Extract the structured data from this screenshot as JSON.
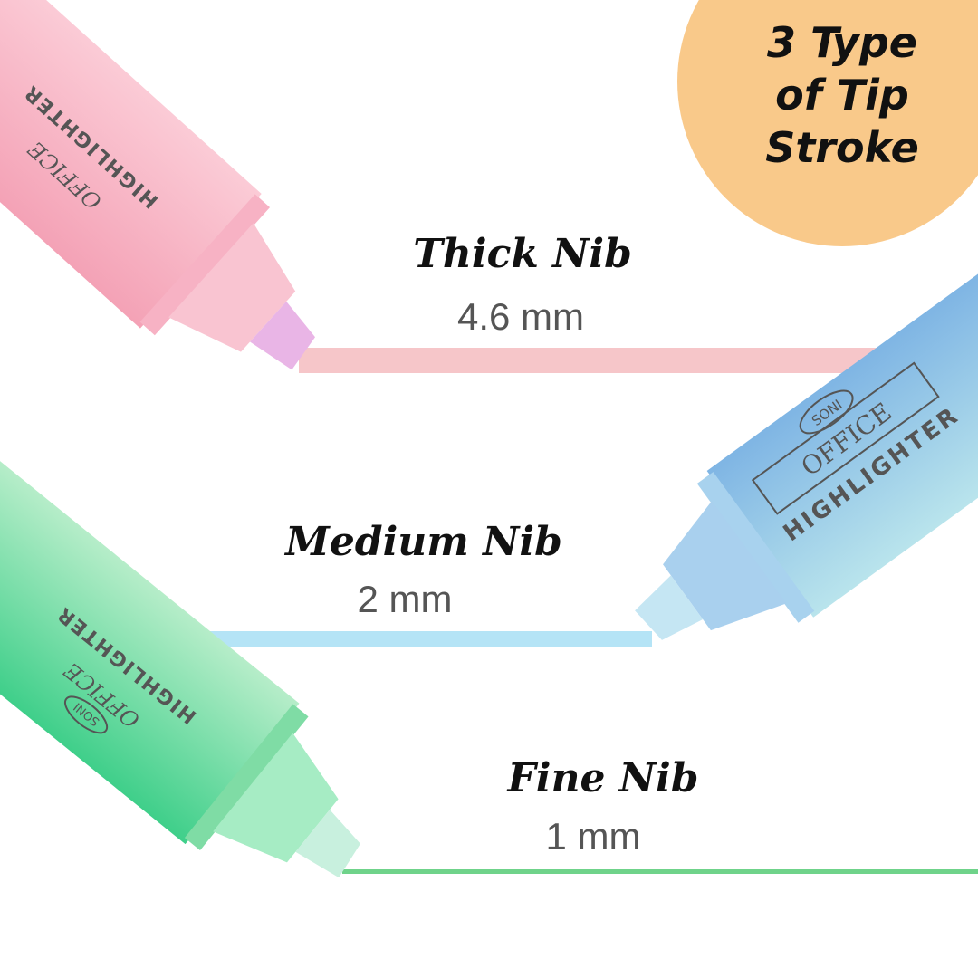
{
  "badge": {
    "lines": [
      "3 Type",
      "of Tip",
      "Stroke"
    ],
    "color": "#f9c98a"
  },
  "nibs": [
    {
      "name": "Thick Nib",
      "size": "4.6 mm",
      "stroke_color": "#f6c6c9",
      "marker_color": "#f8b9c8"
    },
    {
      "name": "Medium Nib",
      "size": "2 mm",
      "stroke_color": "#b5e4f6",
      "marker_color": "#9cc9ea"
    },
    {
      "name": "Fine Nib",
      "size": "1 mm",
      "stroke_color": "#6fd38a",
      "marker_color": "#8fe3b2"
    }
  ],
  "brand": {
    "soni": "SONI",
    "office": "OFFICE",
    "highlighter": "HIGHLIGHTER"
  }
}
